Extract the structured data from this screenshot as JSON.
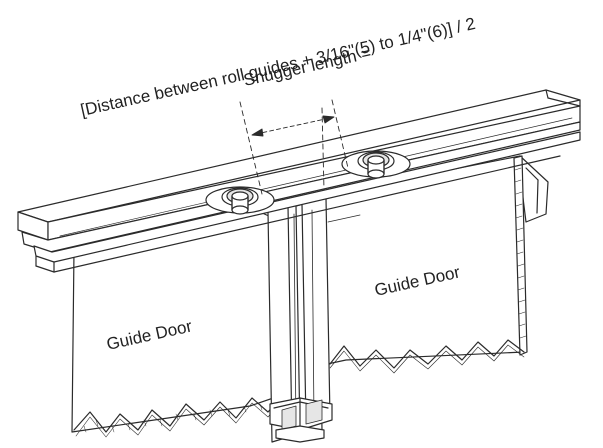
{
  "formula": {
    "line1": "Snugger length =",
    "line2": "[Distance between roll guides + 3/16\"(5) to 1/4\"(6)] / 2"
  },
  "left_door": {
    "label": "Guide Door"
  },
  "right_door": {
    "label": "Guide Door"
  },
  "colors": {
    "line": "#2b2b2b",
    "fill": "#ffffff",
    "shade": "#e6e6e6"
  }
}
